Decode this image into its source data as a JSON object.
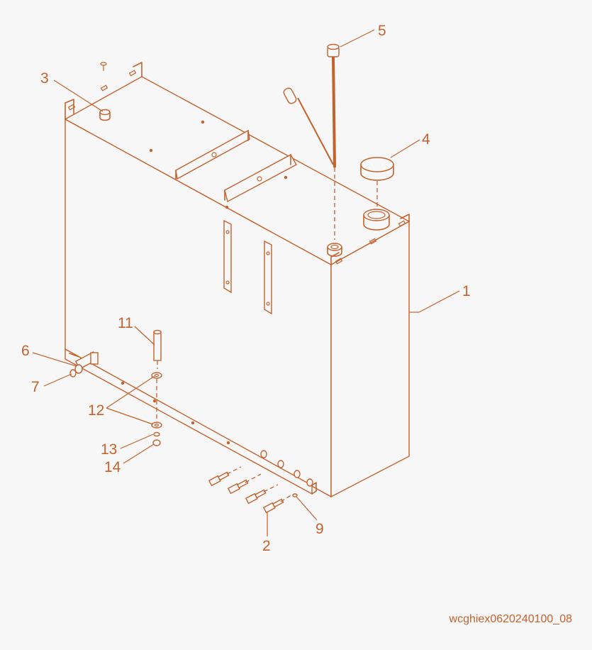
{
  "callouts": [
    {
      "id": "c1",
      "label": "1"
    },
    {
      "id": "c2",
      "label": "2"
    },
    {
      "id": "c3",
      "label": "3"
    },
    {
      "id": "c4",
      "label": "4"
    },
    {
      "id": "c5",
      "label": "5"
    },
    {
      "id": "c6",
      "label": "6"
    },
    {
      "id": "c7",
      "label": "7"
    },
    {
      "id": "c9",
      "label": "9"
    },
    {
      "id": "c11",
      "label": "11"
    },
    {
      "id": "c12",
      "label": "12"
    },
    {
      "id": "c13",
      "label": "13"
    },
    {
      "id": "c14",
      "label": "14"
    }
  ],
  "drawing_code": "wcghiex0620240100_08",
  "colors": {
    "line": "#c4622d",
    "background": "#f7f7f7"
  }
}
